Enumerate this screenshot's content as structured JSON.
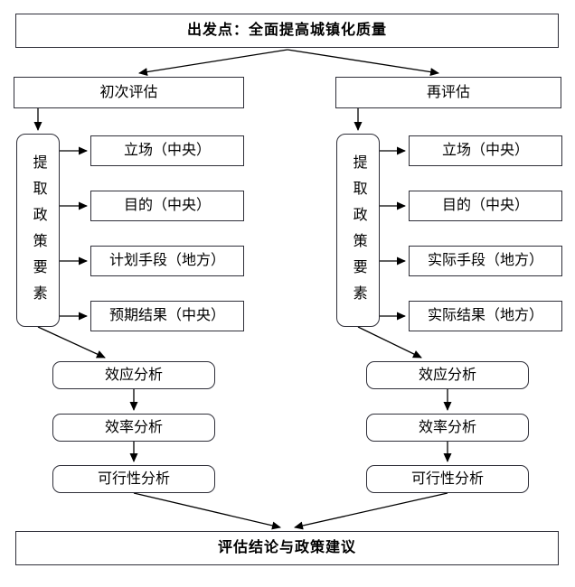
{
  "title": "出发点：全面提高城镇化质量",
  "conclusion": "评估结论与政策建议",
  "left": {
    "header": "初次评估",
    "extract": "提取政策要素",
    "elements": [
      {
        "label": "立场（中央）"
      },
      {
        "label": "目的（中央）"
      },
      {
        "label": "计划手段（地方）"
      },
      {
        "label": "预期结果（中央）"
      }
    ],
    "analyses": [
      {
        "label": "效应分析"
      },
      {
        "label": "效率分析"
      },
      {
        "label": "可行性分析"
      }
    ]
  },
  "right": {
    "header": "再评估",
    "extract": "提取政策要素",
    "elements": [
      {
        "label": "立场（中央）"
      },
      {
        "label": "目的（中央）"
      },
      {
        "label": "实际手段（地方）"
      },
      {
        "label": "实际结果（地方）"
      }
    ],
    "analyses": [
      {
        "label": "效应分析"
      },
      {
        "label": "效率分析"
      },
      {
        "label": "可行性分析"
      }
    ]
  },
  "colors": {
    "border": "#2e2e38",
    "arrow": "#000000",
    "background": "#ffffff"
  }
}
